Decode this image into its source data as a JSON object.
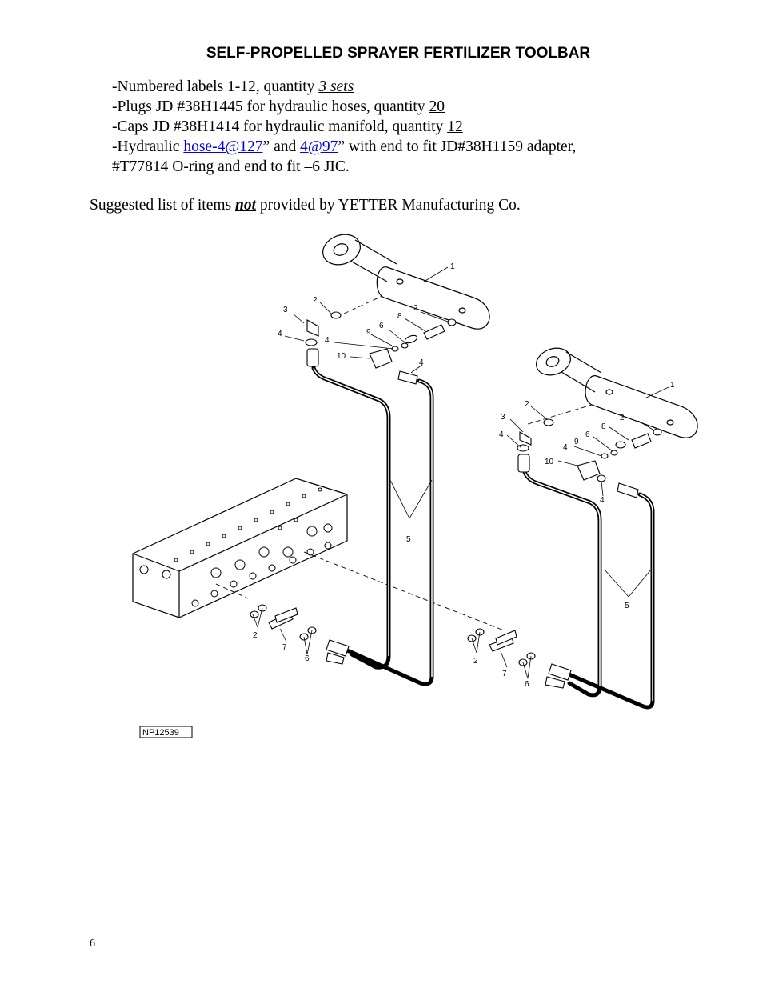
{
  "title": "SELF-PROPELLED SPRAYER FERTILIZER TOOLBAR",
  "items": {
    "labels": {
      "text": "-Numbered labels 1-12, quantity ",
      "qty": "3 sets"
    },
    "plugs": {
      "text": "-Plugs JD #38H1445 for hydraulic hoses, quantity ",
      "qty": "20"
    },
    "caps": {
      "text": "-Caps JD #38H1414 for hydraulic manifold, quantity ",
      "qty": "12"
    },
    "hydraulic": {
      "prefix": "-Hydraulic ",
      "link1": "hose-4@127",
      "mid": "” and ",
      "link2": "4@97",
      "suffix": "” with end to fit JD#38H1159 adapter,",
      "line2": "#T77814 O-ring and end to fit –6 JIC."
    }
  },
  "note": {
    "before": "Suggested list of items ",
    "emph": "not",
    "after": " provided by YETTER Manufacturing Co."
  },
  "diagram": {
    "ref": "NP12539",
    "callouts": {
      "c1": "1",
      "c2": "2",
      "c3": "3",
      "c4": "4",
      "c5": "5",
      "c6": "6",
      "c7": "7",
      "c8": "8",
      "c9": "9",
      "c10": "10"
    }
  },
  "page_number": "6"
}
